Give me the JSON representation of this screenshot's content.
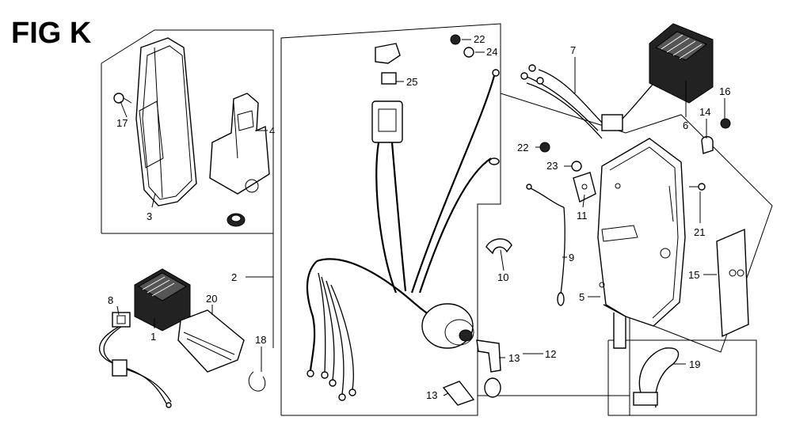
{
  "figure": {
    "title": "FIG K"
  },
  "callouts": {
    "c1": "1",
    "c2": "2",
    "c3": "3",
    "c4": "4",
    "c5": "5",
    "c6": "6",
    "c7": "7",
    "c8": "8",
    "c9": "9",
    "c10": "10",
    "c11": "11",
    "c12": "12",
    "c13a": "13",
    "c13b": "13",
    "c14": "14",
    "c15": "15",
    "c16": "16",
    "c17": "17",
    "c18": "18",
    "c19": "19",
    "c20": "20",
    "c21": "21",
    "c22a": "22",
    "c22b": "22",
    "c23": "23",
    "c24": "24",
    "c25": "25"
  }
}
